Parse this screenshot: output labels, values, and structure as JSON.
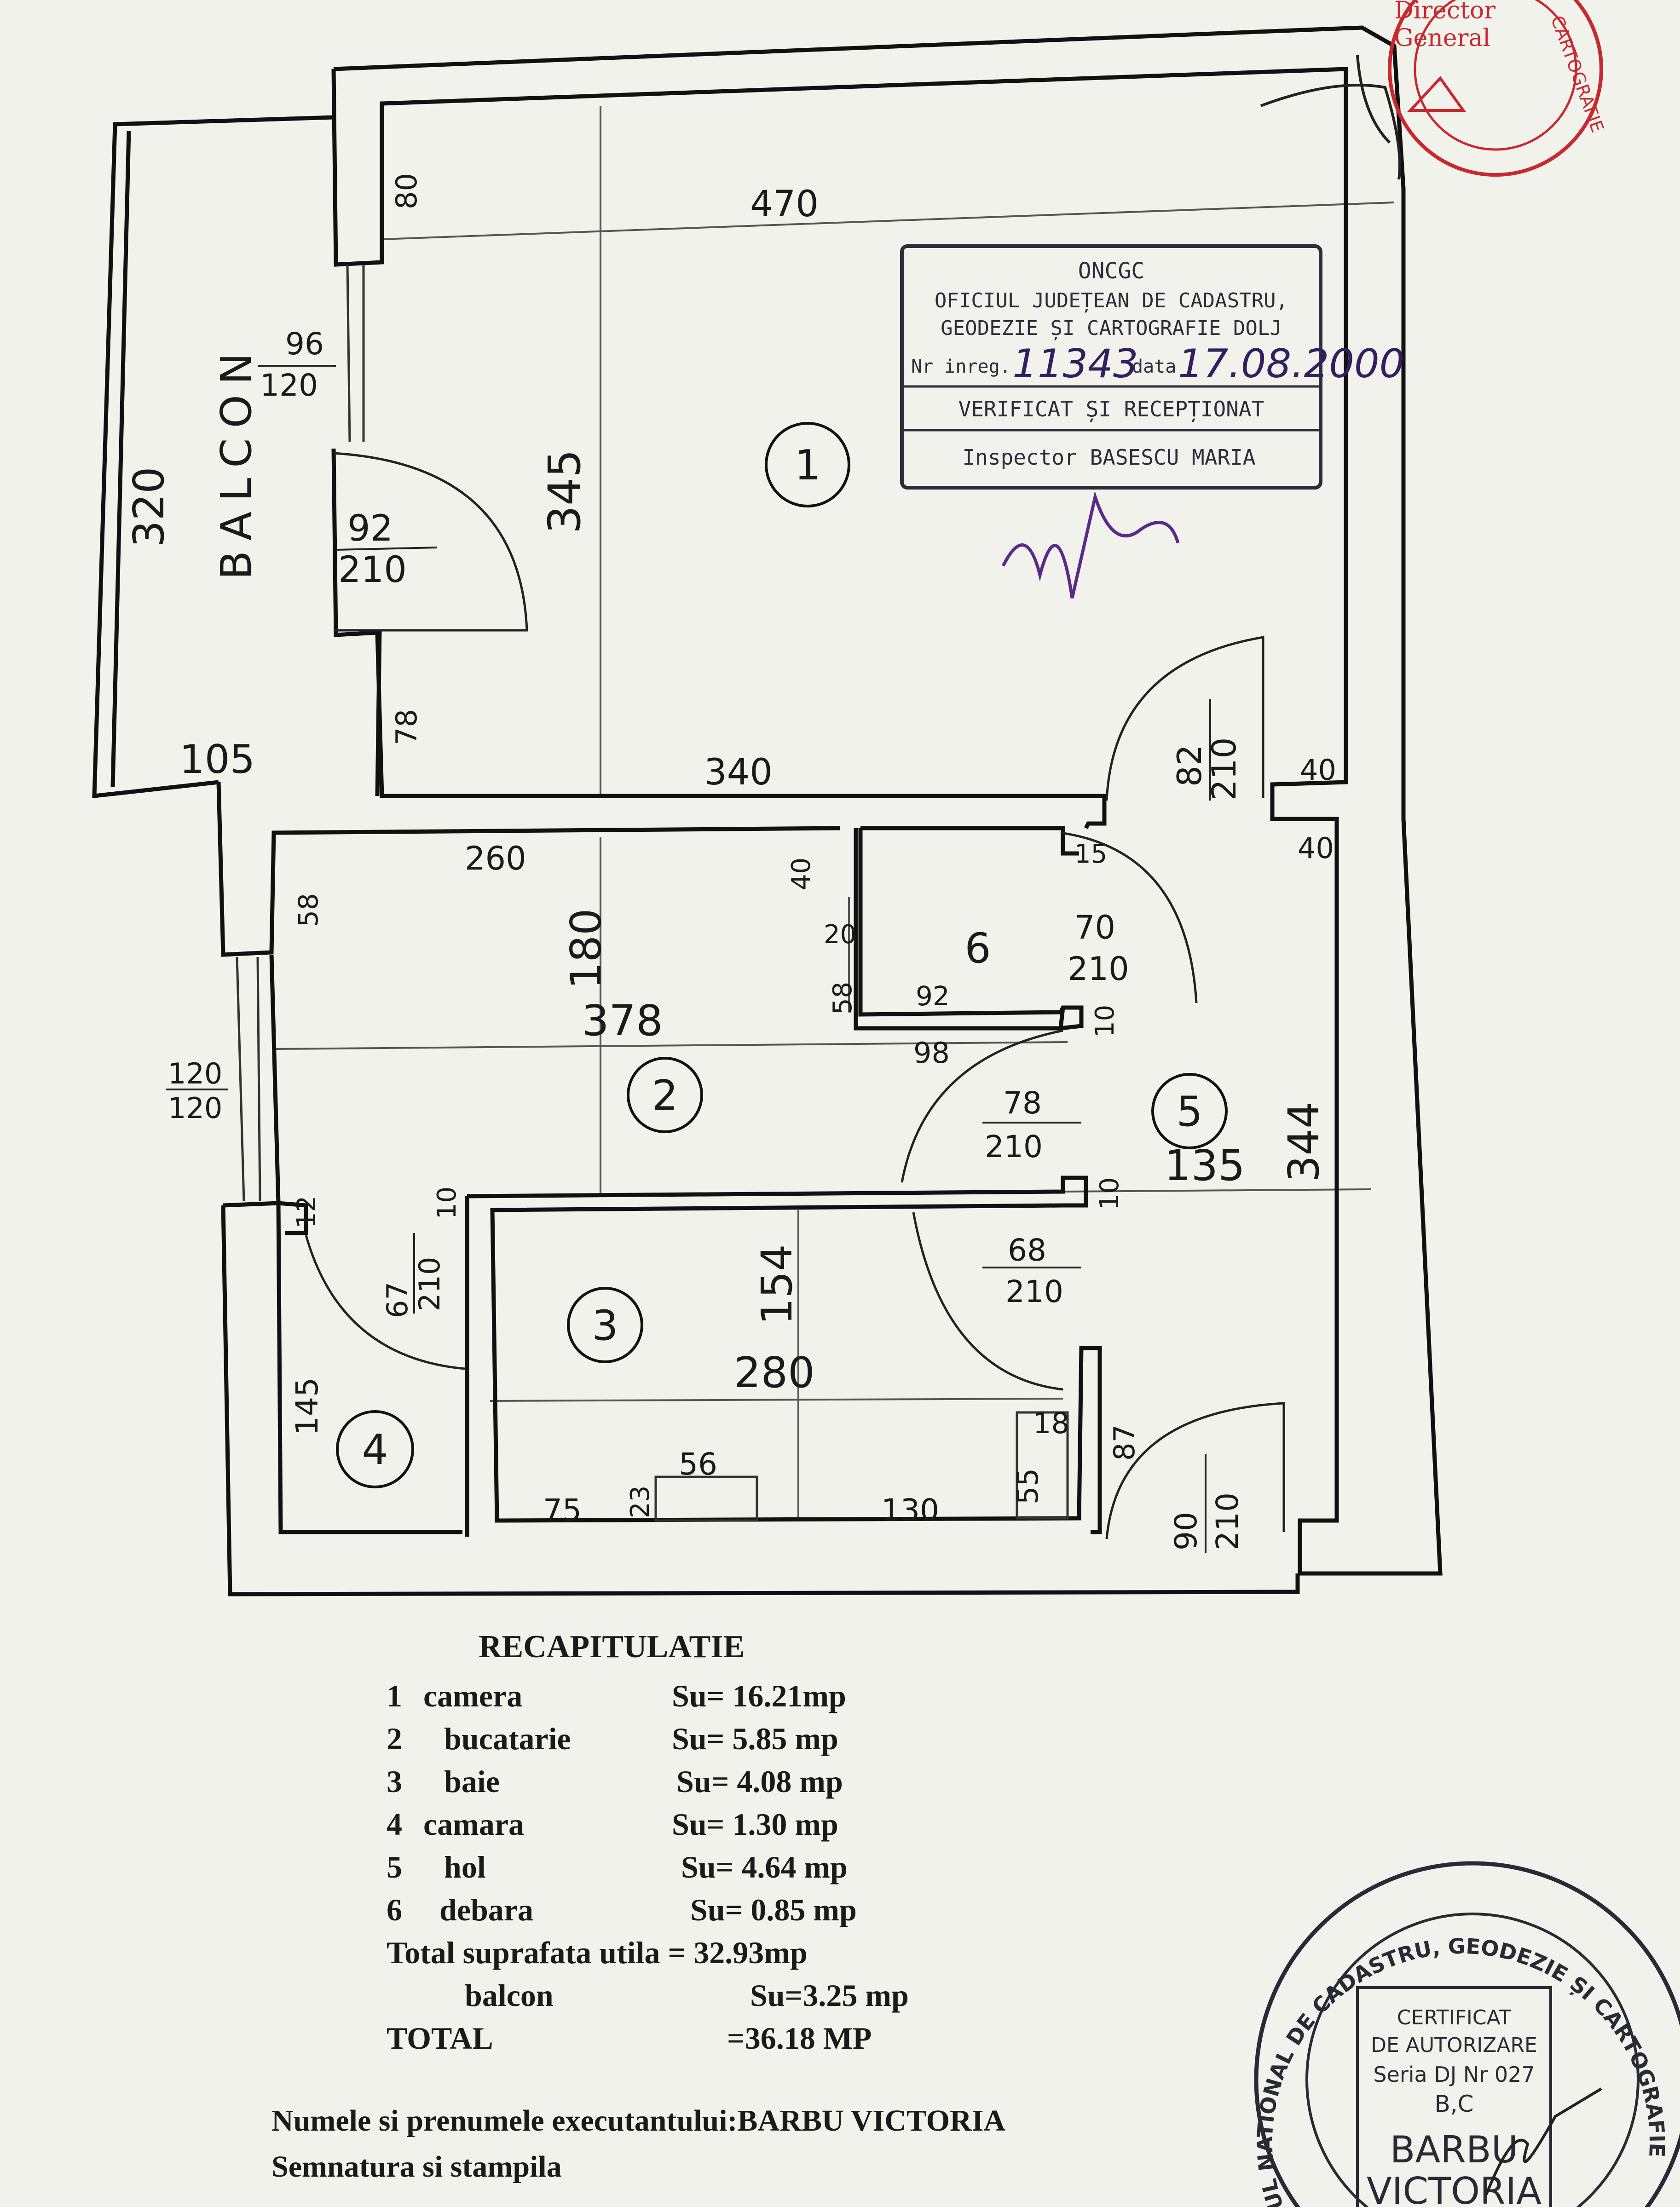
{
  "stamps": {
    "top_right": {
      "line1": "Director",
      "line2": "General",
      "arc": "CARTOGRAFIE"
    },
    "ocpi": {
      "acronym": "ONCGC",
      "line1": "OFICIUL JUDEȚEAN DE CADASTRU,",
      "line2": "GEODEZIE ȘI CARTOGRAFIE DOLJ",
      "nr_label": "Nr inreg.",
      "nr_value": "11343",
      "data_label": "data",
      "data_value": "17.08.2000",
      "verified": "VERIFICAT ȘI RECEPȚIONAT",
      "inspector": "Inspector BASESCU MARIA"
    },
    "bottom_right": {
      "arc": "UL NATIONAL DE CADASTRU, GEODEZIE ȘI CARTOGRAFIE",
      "cert1": "CERTIFICAT",
      "cert2": "DE AUTORIZARE",
      "series": "Seria DJ Nr 027",
      "class": "B,C",
      "name1": "BARBU",
      "name2": "VICTORIA"
    }
  },
  "plan": {
    "balcon_label": "BALCON",
    "rooms": [
      "1",
      "2",
      "3",
      "4",
      "5",
      "6"
    ],
    "dims": {
      "d470": "470",
      "d80": "80",
      "d96": "96",
      "d120a": "120",
      "d345": "345",
      "d320": "320",
      "d92": "92",
      "d210a": "210",
      "d78a": "78",
      "d105": "105",
      "d340": "340",
      "d82": "82",
      "d210b": "210",
      "d40a": "40",
      "d40b": "40",
      "d260": "260",
      "d40c": "40",
      "d15": "15",
      "d20": "20",
      "d58a": "58",
      "d70": "70",
      "d210c": "210",
      "d58b": "58",
      "d180": "180",
      "d378": "378",
      "d92b": "92",
      "d10a": "10",
      "d98": "98",
      "d120b": "120",
      "d120c": "120",
      "d78b": "78",
      "d210d": "210",
      "d135": "135",
      "d344": "344",
      "d12": "12",
      "d10b": "10",
      "d10c": "10",
      "d67": "67",
      "d210e": "210",
      "d68": "68",
      "d210f": "210",
      "d154": "154",
      "d280": "280",
      "d145": "145",
      "d18": "18",
      "d87": "87",
      "d56": "56",
      "d23": "23",
      "d55": "55",
      "d75": "75",
      "d130": "130",
      "d90": "90",
      "d210g": "210"
    }
  },
  "recap": {
    "title": "RECAPITULATIE",
    "rows": [
      {
        "n": "1",
        "name": "camera",
        "area": "Su= 16.21mp"
      },
      {
        "n": "2",
        "name": "bucatarie",
        "area": "Su= 5.85 mp"
      },
      {
        "n": "3",
        "name": "baie",
        "area": "Su= 4.08 mp"
      },
      {
        "n": "4",
        "name": "camara",
        "area": "Su= 1.30 mp"
      },
      {
        "n": "5",
        "name": "hol",
        "area": "Su= 4.64 mp"
      },
      {
        "n": "6",
        "name": "debara",
        "area": "Su= 0.85 mp"
      }
    ],
    "total_util": "Total suprafata utila  = 32.93mp",
    "balcon_name": "balcon",
    "balcon_area": "Su=3.25 mp",
    "total_label": "TOTAL",
    "total_value": "=36.18 MP"
  },
  "footer": {
    "executant": "Numele si prenumele executantului:BARBU VICTORIA",
    "semnatura": "Semnatura si stampila"
  }
}
